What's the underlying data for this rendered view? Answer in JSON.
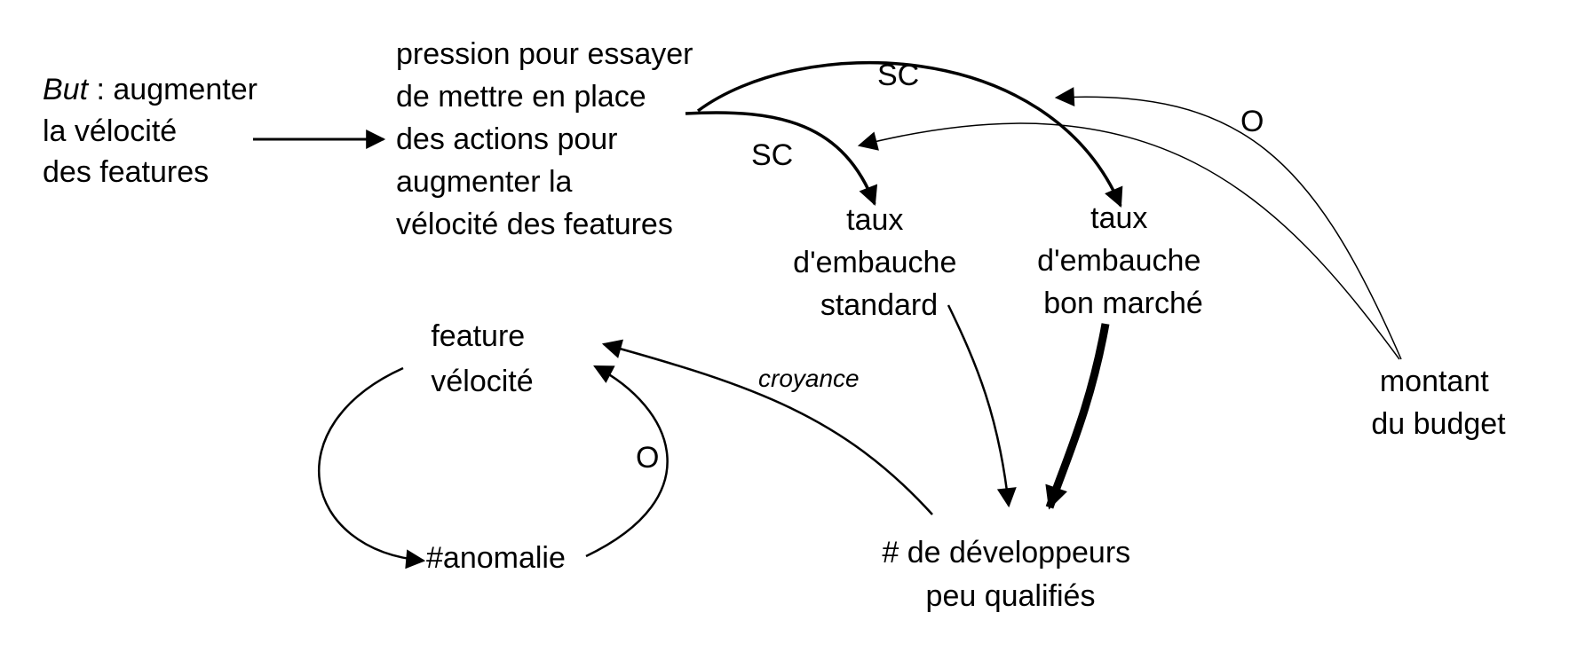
{
  "nodes": {
    "goal": {
      "prefix": "But",
      "lines": [
        " : augmenter",
        "la vélocité",
        "des features"
      ]
    },
    "pressure": {
      "lines": [
        "pression pour essayer",
        "de mettre en place",
        "des actions pour",
        "augmenter la",
        "vélocité des features"
      ]
    },
    "std_hire": {
      "lines": [
        "taux",
        "d'embauche",
        "standard"
      ]
    },
    "cheap_hire": {
      "lines": [
        "taux",
        "d'embauche",
        "bon marché"
      ]
    },
    "budget": {
      "lines": [
        "montant",
        "du budget"
      ]
    },
    "velocity": {
      "lines": [
        "feature",
        "vélocité"
      ]
    },
    "bugs": {
      "lines": [
        "#anomalie"
      ]
    },
    "devs": {
      "lines": [
        "# de développeurs",
        "peu qualifiés"
      ]
    }
  },
  "edge_labels": {
    "sc_top": "SC",
    "sc_mid": "SC",
    "o_budget": "O",
    "croyance": "croyance",
    "o_loop": "O"
  }
}
